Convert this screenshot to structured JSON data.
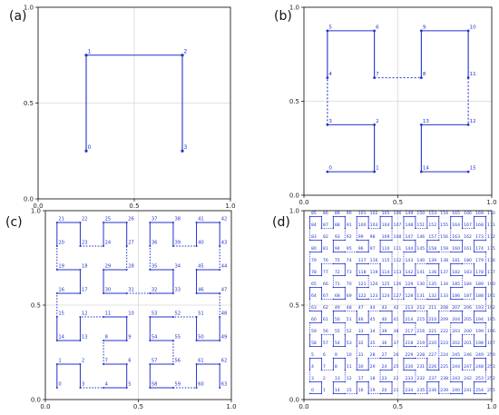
{
  "chart_data": [
    {
      "type": "diagram",
      "panel_label": "(a)",
      "order": 1,
      "n": 2,
      "xlim": [
        0.0,
        1.0
      ],
      "ylim": [
        0.0,
        1.0
      ],
      "x_ticks": [
        "0.0",
        "0.5",
        "1.0"
      ],
      "y_ticks": [
        "0.0",
        "0.5",
        "1.0"
      ],
      "grid": true,
      "line_color": "#2233cc",
      "vertex_labels": [
        "0",
        "1",
        "2",
        "3"
      ]
    },
    {
      "type": "diagram",
      "panel_label": "(b)",
      "order": 2,
      "n": 4,
      "xlim": [
        0.0,
        1.0
      ],
      "ylim": [
        0.0,
        1.0
      ],
      "x_ticks": [
        "0.0",
        "0.5",
        "1.0"
      ],
      "y_ticks": [
        "0.0",
        "0.5",
        "1.0"
      ],
      "grid": true,
      "line_color": "#2233cc",
      "vertex_labels": [
        "0",
        "1",
        "2",
        "3",
        "4",
        "5",
        "6",
        "7",
        "8",
        "9",
        "10",
        "11",
        "12",
        "13",
        "14",
        "15"
      ]
    },
    {
      "type": "diagram",
      "panel_label": "(c)",
      "order": 3,
      "n": 8,
      "xlim": [
        0.0,
        1.0
      ],
      "ylim": [
        0.0,
        1.0
      ],
      "x_ticks": [
        "0.0",
        "0.5",
        "1.0"
      ],
      "y_ticks": [
        "0.0",
        "0.5",
        "1.0"
      ],
      "grid": true,
      "line_color": "#2233cc",
      "vertex_labels": [
        "0",
        "1",
        "2",
        "3",
        "4",
        "5",
        "6",
        "7",
        "8",
        "9",
        "10",
        "11",
        "12",
        "13",
        "14",
        "15",
        "16",
        "17",
        "18",
        "19",
        "20",
        "21",
        "22",
        "23",
        "24",
        "25",
        "26",
        "27",
        "28",
        "29",
        "30",
        "31",
        "32",
        "33",
        "34",
        "35",
        "36",
        "37",
        "38",
        "39",
        "40",
        "41",
        "42",
        "43",
        "44",
        "45",
        "46",
        "47",
        "48",
        "49",
        "50",
        "51",
        "52",
        "53",
        "54",
        "55",
        "56",
        "57",
        "58",
        "59",
        "60",
        "61",
        "62",
        "63"
      ]
    },
    {
      "type": "diagram",
      "panel_label": "(d)",
      "order": 4,
      "n": 16,
      "xlim": [
        0.0,
        1.0
      ],
      "ylim": [
        0.0,
        1.0
      ],
      "x_ticks": [
        "0.0",
        "0.5",
        "1.0"
      ],
      "y_ticks": [
        "0.0",
        "0.5",
        "1.0"
      ],
      "grid": true,
      "line_color": "#2233cc",
      "vertex_labels": "0-255"
    }
  ]
}
